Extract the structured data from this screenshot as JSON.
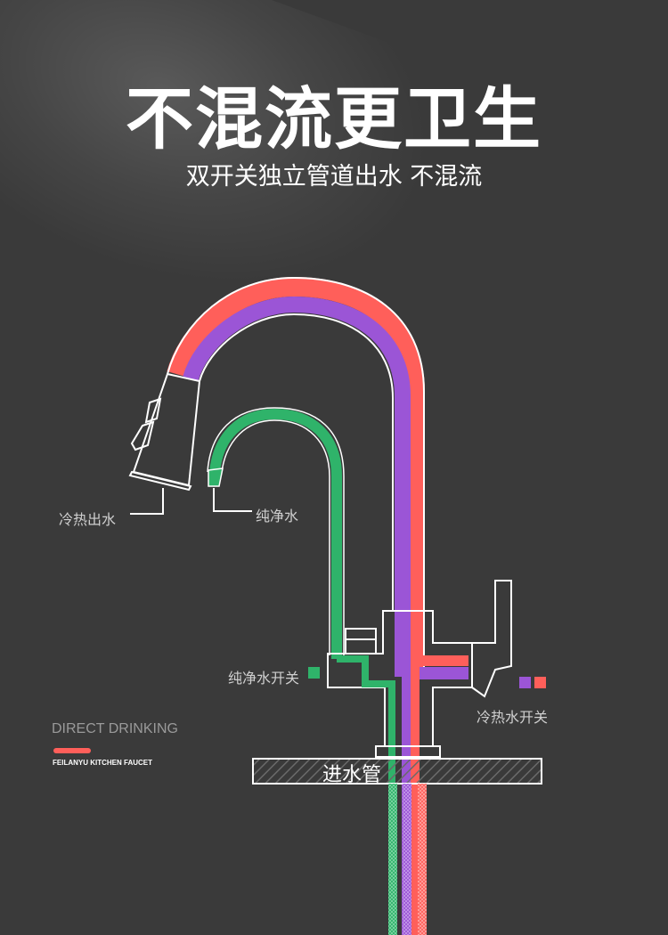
{
  "headline": {
    "title": "不混流更卫生",
    "subtitle": "双开关独立管道出水 不混流"
  },
  "labels": {
    "mixed_outlet": "冷热出水",
    "pure_outlet": "纯净水",
    "pure_switch": "纯净水开关",
    "mix_switch": "冷热水开关",
    "inlet": "进水管"
  },
  "brand": {
    "tagline": "DIRECT DRINKING",
    "name": "FEILANYU KITCHEN  FAUCET"
  },
  "colors": {
    "hot": "#ff5f5a",
    "cold": "#9b55d6",
    "pure": "#2fb36a",
    "background": "#3a3a3a",
    "outline": "#ffffff"
  }
}
